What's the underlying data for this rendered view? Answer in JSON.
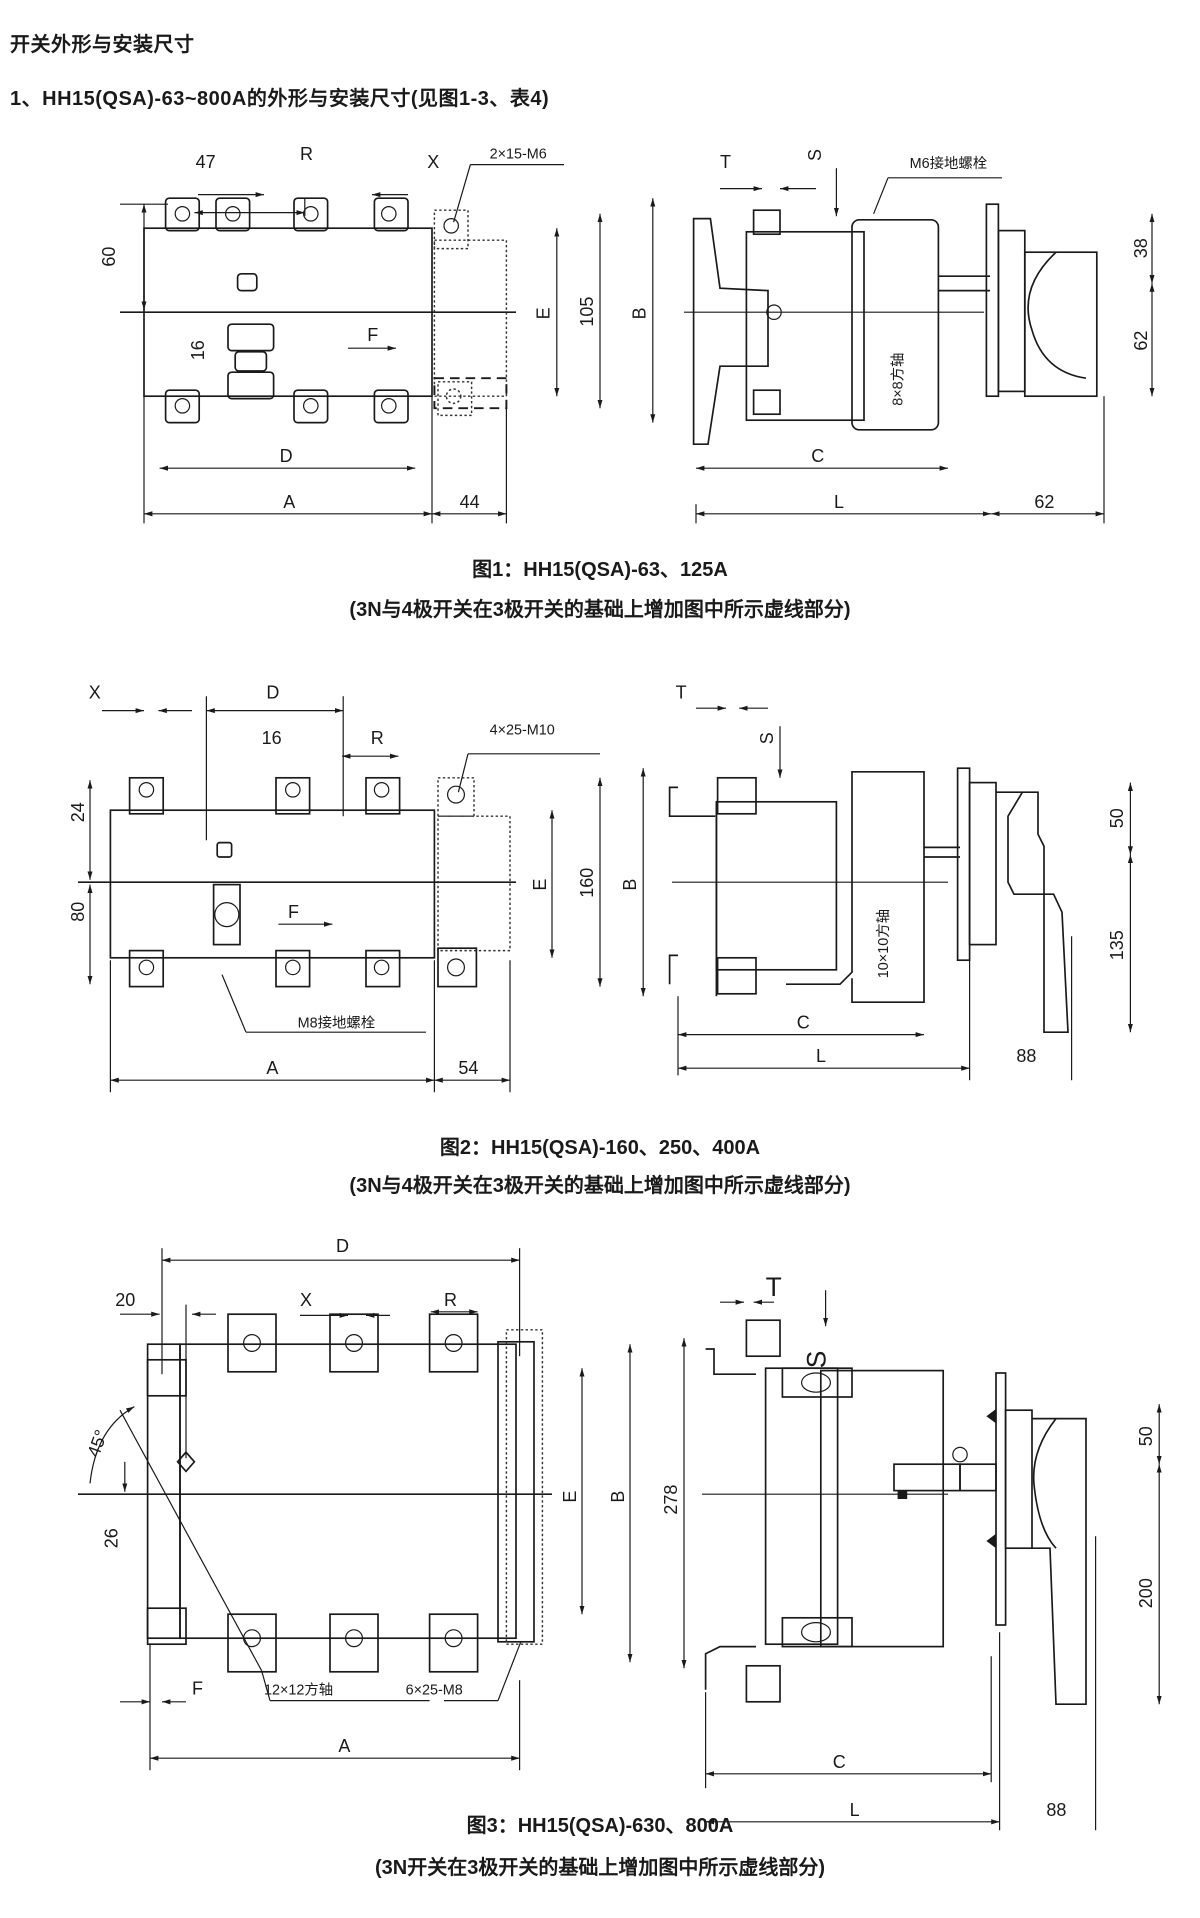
{
  "page": {
    "heading": "开关外形与安装尺寸",
    "subheading": "1、HH15(QSA)-63~800A的外形与安装尺寸(见图1-3、表4)"
  },
  "figures": [
    {
      "caption": "图1：HH15(QSA)-63、125A",
      "note": "(3N与4极开关在3极开关的基础上增加图中所示虚线部分)",
      "front_labels": {
        "dim_47": "47",
        "R": "R",
        "X": "X",
        "bolt": "2×15-M6",
        "dim_60": "60",
        "dim_16": "16",
        "F": "F",
        "E": "E",
        "dim_105": "105",
        "B": "B",
        "D": "D",
        "A": "A",
        "dim_44": "44"
      },
      "side_labels": {
        "T": "T",
        "S": "S",
        "ground": "M6接地螺栓",
        "shaft": "8×8方轴",
        "dim_38": "38",
        "dim_62": "62",
        "C": "C",
        "L": "L",
        "dim_62b": "62"
      }
    },
    {
      "caption": "图2：HH15(QSA)-160、250、400A",
      "note": "(3N与4极开关在3极开关的基础上增加图中所示虚线部分)",
      "front_labels": {
        "X": "X",
        "D": "D",
        "dim_16": "16",
        "R": "R",
        "bolt": "4×25-M10",
        "dim_24": "24",
        "dim_80": "80",
        "F": "F",
        "E": "E",
        "dim_160": "160",
        "B": "B",
        "ground": "M8接地螺栓",
        "A": "A",
        "dim_54": "54"
      },
      "side_labels": {
        "T": "T",
        "S": "S",
        "shaft": "10×10方轴",
        "dim_50": "50",
        "dim_135": "135",
        "C": "C",
        "L": "L",
        "dim_88": "88"
      }
    },
    {
      "caption": "图3：HH15(QSA)-630、800A",
      "note": "(3N开关在3极开关的基础上增加图中所示虚线部分)",
      "front_labels": {
        "D": "D",
        "dim_20": "20",
        "X": "X",
        "R": "R",
        "angle": "45°",
        "dim_26": "26",
        "E": "E",
        "B": "B",
        "dim_278": "278",
        "F": "F",
        "shaft": "12×12方轴",
        "bolt": "6×25-M8",
        "A": "A"
      },
      "side_labels": {
        "T": "T",
        "S": "S",
        "dim_50": "50",
        "dim_200": "200",
        "C": "C",
        "L": "L",
        "dim_88": "88"
      }
    }
  ]
}
